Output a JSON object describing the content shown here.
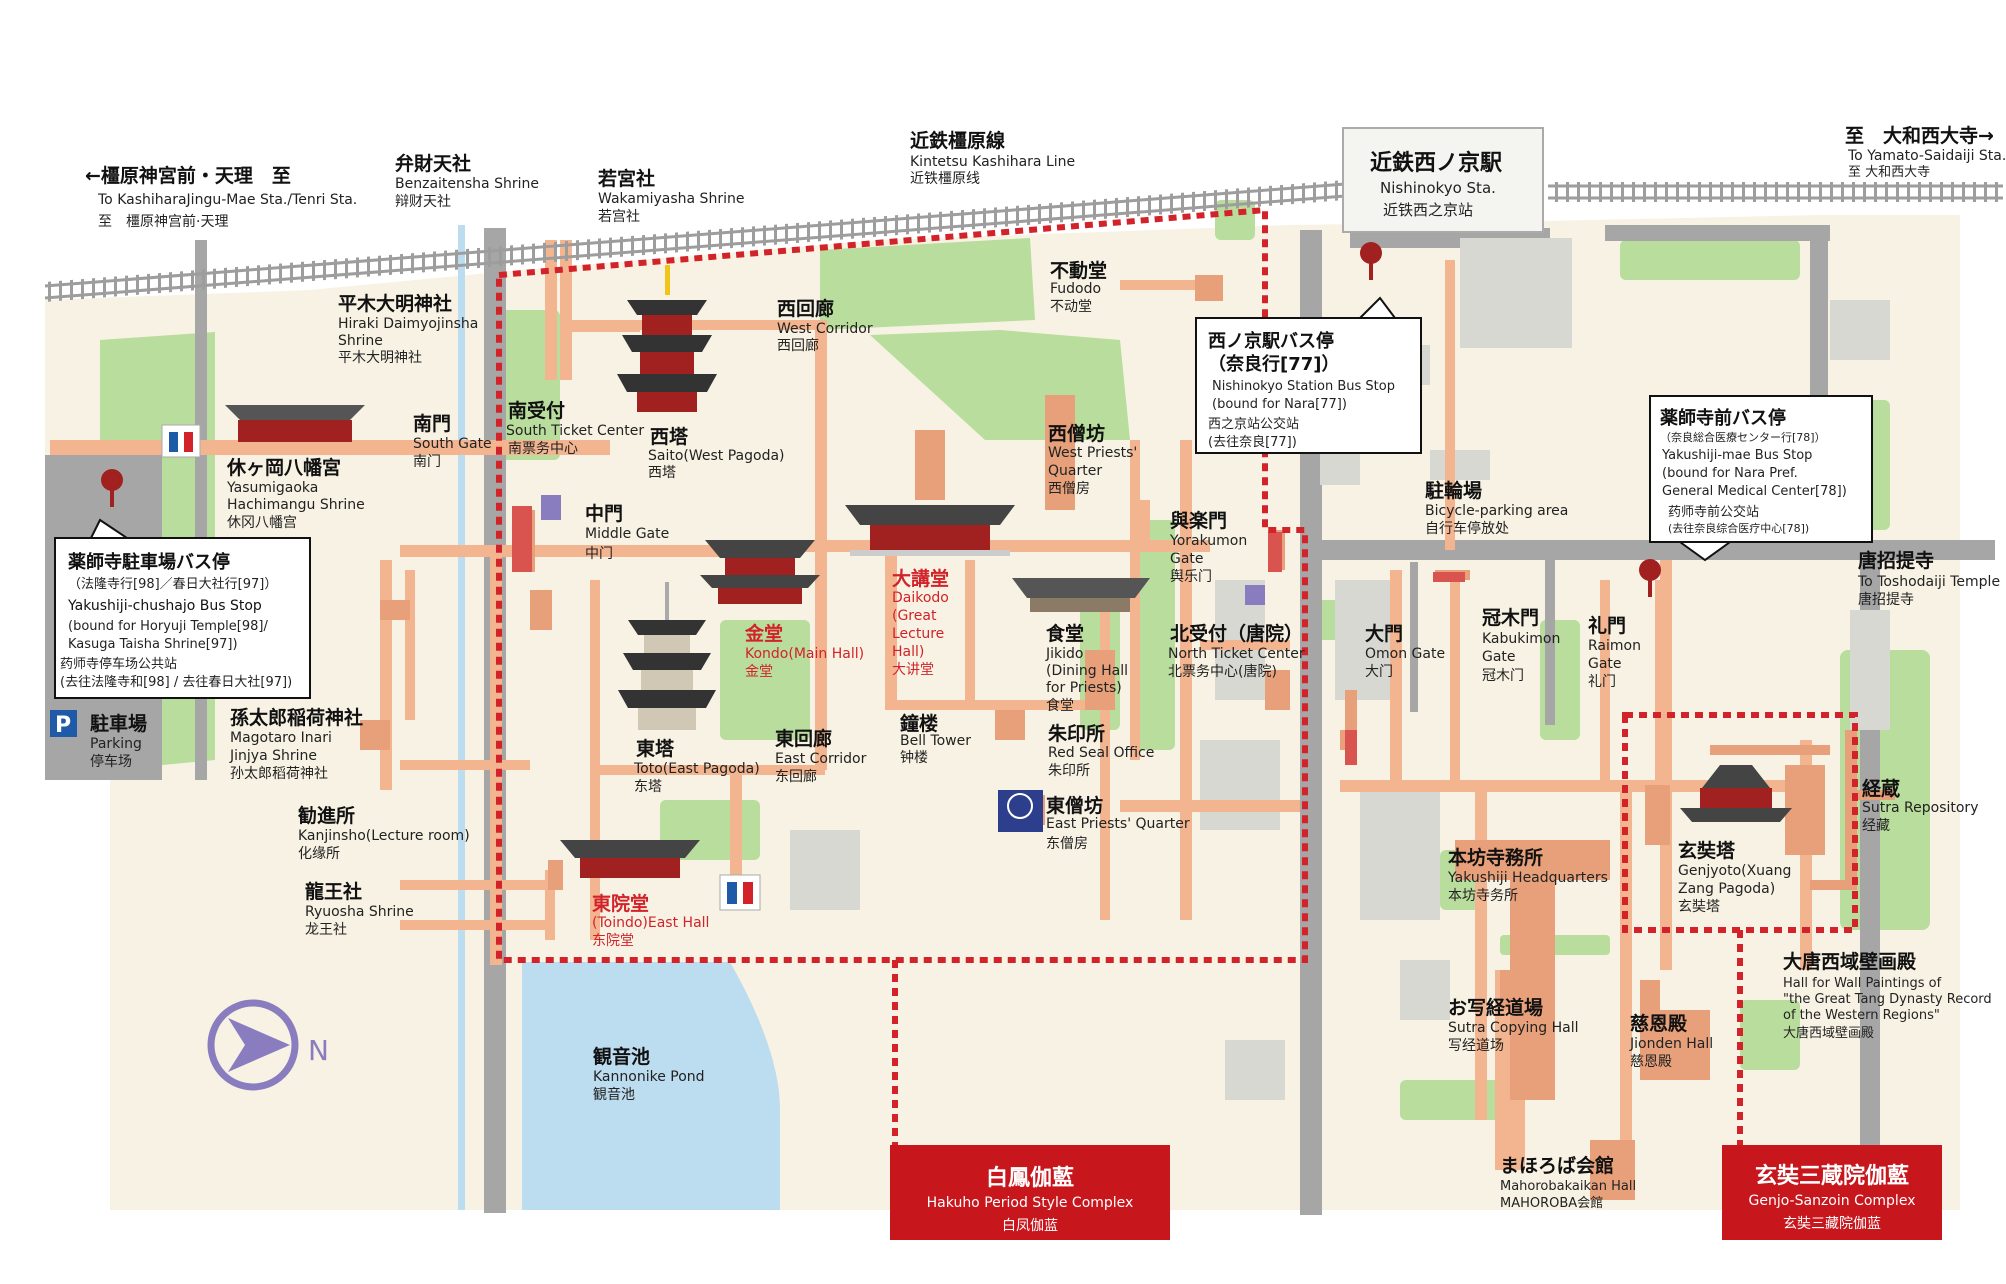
{
  "colors": {
    "red_accent": "#d2232a",
    "path_orange": "#f3b58f",
    "building_orange": "#e8a07a",
    "green_area": "#b9dd9c",
    "pond_blue": "#bcdcf0",
    "rail_gray": "#9d9d9d",
    "road_gray": "#a6a6a6",
    "compass_purple": "#8a7dbf"
  },
  "compass": {
    "label": "N"
  },
  "icons": [
    "restroom-icon",
    "parking-icon",
    "bus-stop-pin-icon",
    "compass-icon",
    "pagoda-icon",
    "hall-icon",
    "logo-seal-icon"
  ],
  "lines": {
    "kintetsu": {
      "ja": "近鉄橿原線",
      "en": "Kintetsu Kashihara Line",
      "zh": "近铁橿原线"
    },
    "left_direction": {
      "ja": "←橿原神宮前・天理　至",
      "en": "To KashiharaJingu-Mae Sta./Tenri Sta.",
      "zh": "至　橿原神宫前·天理"
    },
    "right_direction": {
      "ja": "至　大和西大寺→",
      "en": "To Yamato-Saidaiji Sta.",
      "zh": "至 大和西大寺"
    }
  },
  "station": {
    "ja": "近鉄西ノ京駅",
    "en": "Nishinokyo Sta.",
    "zh": "近铁西之京站"
  },
  "bus_stops": {
    "chushajo": {
      "ja": "薬師寺駐車場バス停",
      "sub": "（法隆寺行[98]／春日大社行[97]）",
      "en1": "Yakushiji-chushajo Bus Stop",
      "en2": "(bound for Horyuji Temple[98]/",
      "en3": "Kasuga Taisha Shrine[97])",
      "zh1": "药师寺停车场公共站",
      "zh2": "(去往法隆寺和[98] / 去往春日大社[97])"
    },
    "nishinokyo": {
      "ja": "西ノ京駅バス停",
      "sub": "（奈良行[77]）",
      "en1": "Nishinokyo Station Bus Stop",
      "en2": "(bound for Nara[77])",
      "zh1": "西之京站公交站",
      "zh2": "(去往奈良[77])"
    },
    "yakushijimae": {
      "ja": "薬師寺前バス停",
      "sub": "（奈良総合医療センター行[78]）",
      "en1": "Yakushiji-mae Bus Stop",
      "en2": "(bound for Nara Pref.",
      "en3": "General Medical Center[78])",
      "zh1": "药师寺前公交站",
      "zh2": "(去往奈良综合医疗中心[78])"
    }
  },
  "places": {
    "benzaiten": {
      "ja": "弁財天社",
      "en": "Benzaitensha Shrine",
      "zh": "辩财天社"
    },
    "wakamiya": {
      "ja": "若宮社",
      "en": "Wakamiyasha Shrine",
      "zh": "若宫社"
    },
    "hiraki": {
      "ja": "平木大明神社",
      "en1": "Hiraki Daimyojinsha",
      "en2": "Shrine",
      "zh": "平木大明神社"
    },
    "nanmon": {
      "ja": "南門",
      "en": "South Gate",
      "zh": "南门"
    },
    "minami_uketsuke": {
      "ja": "南受付",
      "en": "South Ticket Center",
      "zh": "南票务中心"
    },
    "yasumigaoka": {
      "ja": "休ヶ岡八幡宮",
      "en1": "Yasumigaoka",
      "en2": "Hachimangu Shrine",
      "zh": "休冈八幡宫"
    },
    "parking": {
      "ja": "駐車場",
      "en": "Parking",
      "zh": "停车场",
      "icon_label": "P"
    },
    "magotaro": {
      "ja": "孫太郎稲荷神社",
      "en1": "Magotaro Inari",
      "en2": "Jinjya Shrine",
      "zh": "孙太郎稻荷神社"
    },
    "kanjinsho": {
      "ja": "勧進所",
      "en": "Kanjinsho(Lecture room)",
      "zh": "化缘所"
    },
    "ryuoh": {
      "ja": "龍王社",
      "en": "Ryuosha Shrine",
      "zh": "龙王社"
    },
    "saikairo": {
      "ja": "西回廊",
      "en": "West Corridor",
      "zh": "西回廊"
    },
    "saito": {
      "ja": "西塔",
      "en": "Saito(West Pagoda)",
      "zh": "西塔"
    },
    "chumon": {
      "ja": "中門",
      "en": "Middle Gate",
      "zh": "中门"
    },
    "kondo": {
      "ja": "金堂",
      "en": "Kondo(Main Hall)",
      "zh": "金堂"
    },
    "daikodo": {
      "ja": "大講堂",
      "en1": "Daikodo",
      "en2": "(Great",
      "en3": "Lecture",
      "en4": "Hall)",
      "zh": "大讲堂"
    },
    "toto": {
      "ja": "東塔",
      "en": "Toto(East Pagoda)",
      "zh": "东塔"
    },
    "tokairo": {
      "ja": "東回廊",
      "en": "East Corridor",
      "zh": "东回廊"
    },
    "shoro": {
      "ja": "鐘楼",
      "en": "Bell Tower",
      "zh": "钟楼"
    },
    "toindo": {
      "ja": "東院堂",
      "en": "(Toindo)East Hall",
      "zh": "东院堂"
    },
    "fudodo": {
      "ja": "不動堂",
      "en": "Fudodo",
      "zh": "不动堂"
    },
    "saisobo": {
      "ja": "西僧坊",
      "en1": "West Priests'",
      "en2": "Quarter",
      "zh": "西僧房"
    },
    "jikido": {
      "ja": "食堂",
      "en1": "Jikido",
      "en2": "(Dining Hall",
      "en3": "for Priests)",
      "zh": "食堂"
    },
    "shuinsho": {
      "ja": "朱印所",
      "en": "Red Seal Office",
      "zh": "朱印所"
    },
    "tosobo": {
      "ja": "東僧坊",
      "en": "East Priests' Quarter",
      "zh": "东僧房"
    },
    "yorakumon": {
      "ja": "與楽門",
      "en1": "Yorakumon",
      "en2": "Gate",
      "zh": "舆乐门"
    },
    "kita_uketsuke": {
      "ja": "北受付（唐院）",
      "en": "North Ticket Center",
      "zh": "北票务中心(唐院)"
    },
    "kannonike": {
      "ja": "観音池",
      "en": "Kannonike Pond",
      "zh": "観音池"
    },
    "churinjo": {
      "ja": "駐輪場",
      "en": "Bicycle-parking area",
      "zh": "自行车停放处"
    },
    "daimon": {
      "ja": "大門",
      "en": "Omon Gate",
      "zh": "大门"
    },
    "kabukimon": {
      "ja": "冠木門",
      "en1": "Kabukimon",
      "en2": "Gate",
      "zh": "冠木门"
    },
    "raimon": {
      "ja": "礼門",
      "en1": "Raimon",
      "en2": "Gate",
      "zh": "礼门"
    },
    "toshodaiji": {
      "ja": "唐招提寺",
      "en": "To Toshodaiji Temple",
      "zh": "唐招提寺"
    },
    "honbo": {
      "ja": "本坊寺務所",
      "en": "Yakushiji Headquarters",
      "zh": "本坊寺务所"
    },
    "shakyo": {
      "ja": "お写経道場",
      "en": "Sutra Copying Hall",
      "zh": "写经道场"
    },
    "mahoroba": {
      "ja": "まほろば会館",
      "en": "Mahorobakaikan Hall",
      "zh": "MAHOROBA会館"
    },
    "jiondo": {
      "ja": "慈恩殿",
      "en": "Jionden Hall",
      "zh": "慈恩殿"
    },
    "genjoto": {
      "ja": "玄奘塔",
      "en1": "Genjyoto(Xuang",
      "en2": "Zang Pagoda)",
      "zh": "玄奘塔"
    },
    "kyozo": {
      "ja": "経蔵",
      "en": "Sutra Repository",
      "zh": "经藏"
    },
    "hekigaden": {
      "ja": "大唐西域壁画殿",
      "en1": "Hall for Wall Paintings of",
      "en2": "\"the Great Tang Dynasty Record",
      "en3": "of the Western Regions\"",
      "zh": "大唐西域壁画殿"
    }
  },
  "complexes": {
    "hakuho": {
      "ja": "白鳳伽藍",
      "en": "Hakuho Period Style Complex",
      "zh": "白凤伽蓝"
    },
    "genjo": {
      "ja": "玄奘三蔵院伽藍",
      "en": "Genjo-Sanzoin Complex",
      "zh": "玄奘三藏院伽蓝"
    }
  }
}
